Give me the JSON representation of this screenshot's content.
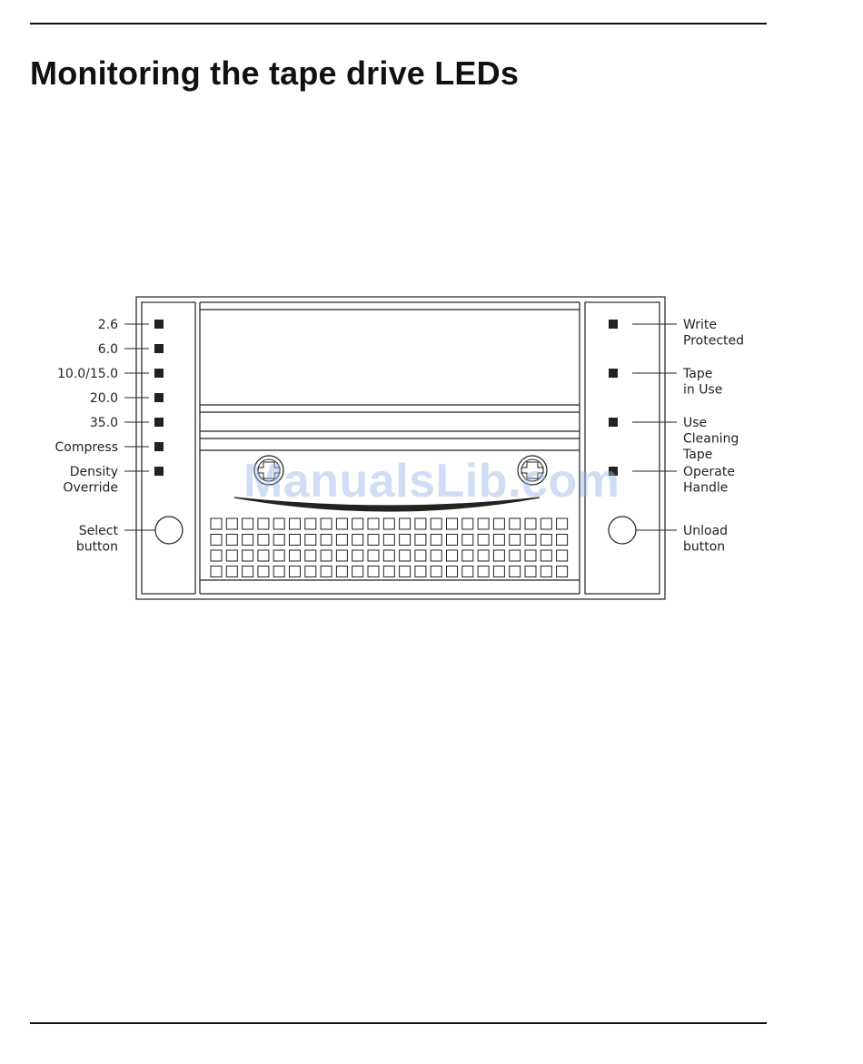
{
  "page": {
    "title": "Monitoring the tape drive LEDs"
  },
  "figure": {
    "left_labels": [
      {
        "lines": [
          "2.6"
        ]
      },
      {
        "lines": [
          "6.0"
        ]
      },
      {
        "lines": [
          "10.0/15.0"
        ]
      },
      {
        "lines": [
          "20.0"
        ]
      },
      {
        "lines": [
          "35.0"
        ]
      },
      {
        "lines": [
          "Compress"
        ]
      },
      {
        "lines": [
          "Density",
          "Override"
        ]
      },
      {
        "lines": [
          "Select",
          "button"
        ]
      }
    ],
    "right_labels": [
      {
        "lines": [
          "Write",
          "Protected"
        ]
      },
      {
        "lines": [
          "Tape",
          "in  Use"
        ]
      },
      {
        "lines": [
          "Use",
          "Cleaning",
          "Tape"
        ]
      },
      {
        "lines": [
          "Operate",
          "Handle"
        ]
      },
      {
        "lines": [
          "Unload",
          "button"
        ]
      }
    ]
  },
  "watermark": "ManualsLib.com"
}
